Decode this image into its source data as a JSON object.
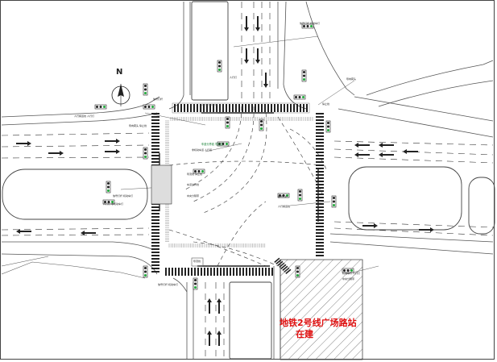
{
  "drawing": {
    "north_label": "N",
    "site_label_line1": "地铁2号线广场路站",
    "site_label_line2": "在建",
    "colors": {
      "line": "#333333",
      "curb": "#555555",
      "crosswalk": "#222222",
      "site_hatch": "#666666",
      "site_label": "#e01010",
      "note_green": "#0a7a2a",
      "signal_green": "#1faa3a"
    }
  },
  "annotations": [
    {
      "id": "a1",
      "text": "信号灯杆  机动车灯",
      "style": "green"
    },
    {
      "id": "a2",
      "text": "人行横道线  人行灯",
      "style": "normal"
    },
    {
      "id": "a3",
      "text": "导向箭头  停止线",
      "style": "normal"
    },
    {
      "id": "a4",
      "text": "车道分界线  导流线",
      "style": "green"
    },
    {
      "id": "a5",
      "text": "非机动车道  人行道",
      "style": "normal"
    },
    {
      "id": "a6",
      "text": "信号灯杆  机动车灯",
      "style": "normal"
    },
    {
      "id": "a7",
      "text": "人行灯  非机动车灯",
      "style": "normal"
    },
    {
      "id": "a8",
      "text": "导流线  停止线",
      "style": "normal"
    },
    {
      "id": "a9",
      "text": "车道分界线",
      "style": "normal"
    },
    {
      "id": "a10",
      "text": "中央分隔带",
      "style": "normal"
    },
    {
      "id": "a11",
      "text": "信号灯杆",
      "style": "normal"
    },
    {
      "id": "a12",
      "text": "人行横道线",
      "style": "normal"
    },
    {
      "id": "a13",
      "text": "机动车灯  人行灯",
      "style": "normal"
    },
    {
      "id": "a14",
      "text": "导向箭头",
      "style": "normal"
    },
    {
      "id": "a15",
      "text": "停止线",
      "style": "normal"
    },
    {
      "id": "a16",
      "text": "信号灯杆  机动车灯",
      "style": "normal"
    },
    {
      "id": "a17",
      "text": "人行灯",
      "style": "normal"
    },
    {
      "id": "a18",
      "text": "信号灯杆",
      "style": "normal"
    },
    {
      "id": "a19",
      "text": "导流线",
      "style": "normal"
    },
    {
      "id": "a20",
      "text": "中央分隔带",
      "style": "normal"
    }
  ]
}
